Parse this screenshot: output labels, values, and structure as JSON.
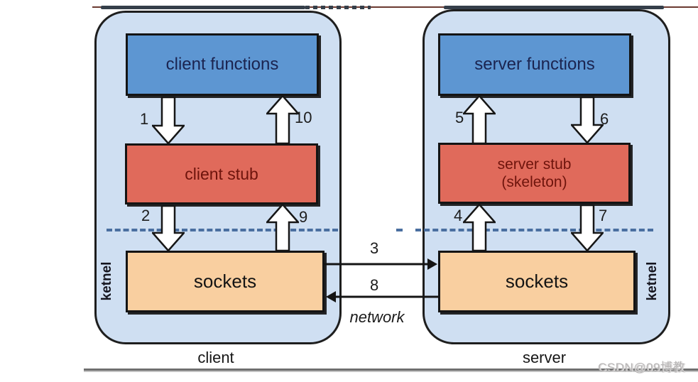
{
  "diagram": {
    "client": {
      "container_label": "client",
      "kernel_label": "ketnel",
      "boxes": {
        "functions": "client functions",
        "stub": "client stub",
        "sockets": "sockets"
      },
      "arrow_labels": {
        "call_down": "1",
        "return_up": "10",
        "stub_down": "2",
        "stub_up": "9"
      }
    },
    "server": {
      "container_label": "server",
      "kernel_label": "ketnel",
      "boxes": {
        "functions": "server functions",
        "stub_line1": "server stub",
        "stub_line2": "(skeleton)",
        "sockets": "sockets"
      },
      "arrow_labels": {
        "up_to_functions": "5",
        "down_from_functions": "6",
        "up_to_stub": "4",
        "down_to_sockets": "7"
      }
    },
    "network": {
      "label": "network",
      "send_arrow": "3",
      "reply_arrow": "8"
    },
    "watermark": "CSDN@09博教",
    "colors": {
      "container_fill": "#cfdff2",
      "functions_fill": "#5d96d2",
      "stub_fill": "#e06a5b",
      "sockets_fill": "#f9cfa0",
      "dashed_line": "#4a6fa0",
      "top_strip_red": "#6b3a30"
    }
  }
}
